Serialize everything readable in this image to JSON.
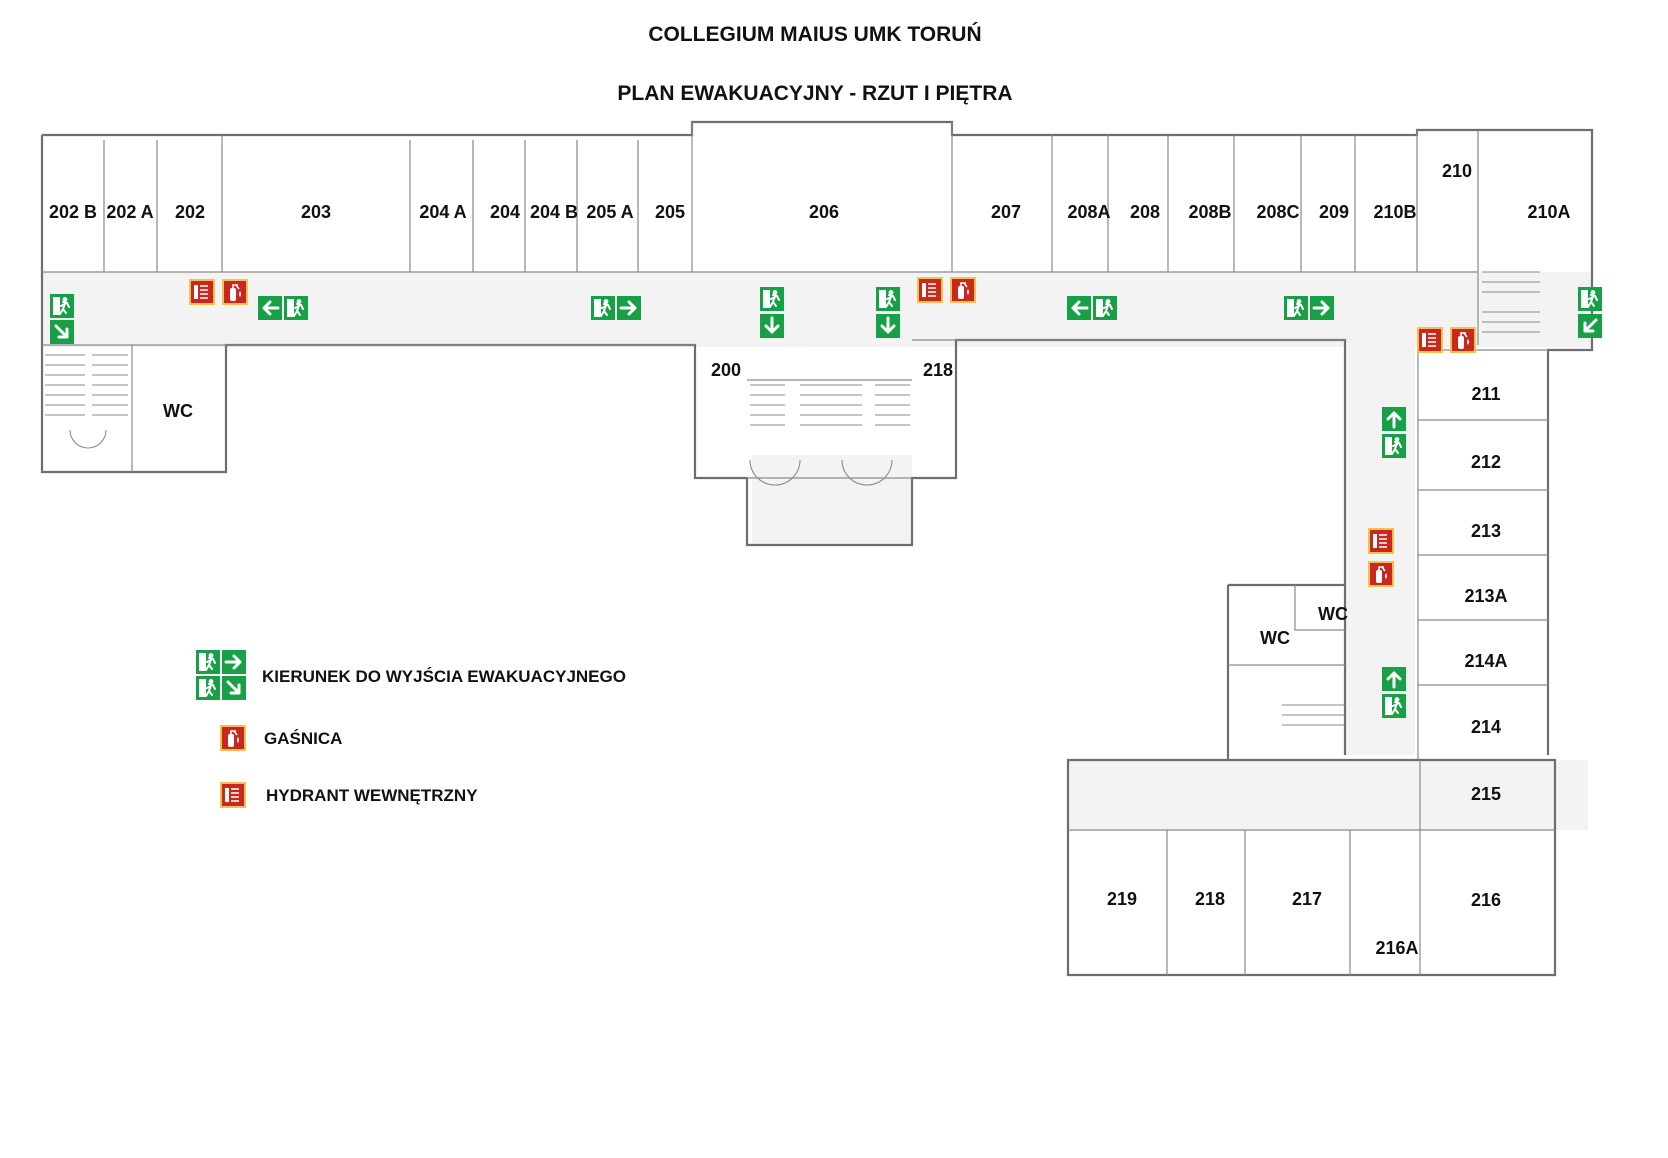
{
  "title": "COLLEGIUM MAIUS UMK TORUŃ",
  "subtitle": "PLAN EWAKUACYJNY  -  RZUT I PIĘTRA",
  "rooms": {
    "r202b": "202 B",
    "r202a": "202 A",
    "r202": "202",
    "r203": "203",
    "r204a": "204 A",
    "r204": "204",
    "r204b": "204 B",
    "r205a": "205 A",
    "r205": "205",
    "r206": "206",
    "r207": "207",
    "r208a": "208A",
    "r208": "208",
    "r208b": "208B",
    "r208c": "208C",
    "r209": "209",
    "r210b": "210B",
    "r210": "210",
    "r210a": "210A",
    "wc1": "WC",
    "r200": "200",
    "r218top": "218",
    "r211": "211",
    "r212": "212",
    "r213": "213",
    "r213a": "213A",
    "r214a": "214A",
    "r214": "214",
    "r215": "215",
    "r216": "216",
    "r216a": "216A",
    "r217": "217",
    "r218": "218",
    "r219": "219",
    "wc2": "WC",
    "wc3": "WC"
  },
  "legend": {
    "exit": "KIERUNEK DO WYJŚCIA EWAKUACYJNEGO",
    "extinguisher": "GAŚNICA",
    "hydrant": "HYDRANT WEWNĘTRZNY"
  },
  "colors": {
    "exit_green": "#17a045",
    "fire_red": "#c8281e",
    "fire_border": "#f2c14e",
    "wall": "#6e6e6e"
  },
  "icons": {
    "exit": "running-man-exit-icon",
    "arrow": "direction-arrow-icon",
    "extinguisher": "fire-extinguisher-icon",
    "hydrant": "fire-hydrant-hose-icon"
  }
}
